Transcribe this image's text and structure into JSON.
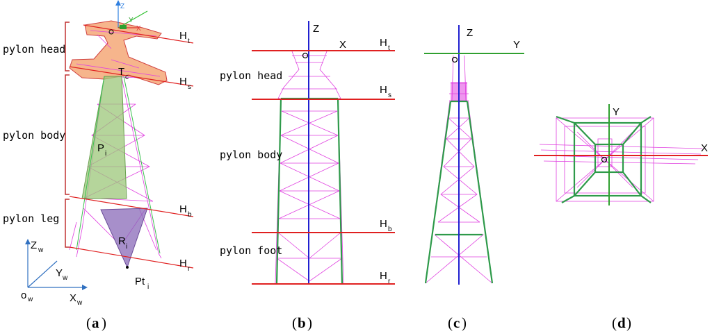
{
  "panel_a": {
    "section_labels": [
      "pylon head",
      "pylon body",
      "pylon leg"
    ],
    "plane_labels": {
      "top": "H",
      "top_sub": "t",
      "s": "H",
      "s_sub": "s",
      "b": "H",
      "b_sub": "b",
      "r": "H",
      "r_sub": "r"
    },
    "local_axes": {
      "z": "Z",
      "y": "Y",
      "x": "X",
      "origin": "O"
    },
    "points": {
      "tc": "T",
      "tc_sub": "c",
      "pi": "P",
      "pi_sub": "i",
      "ri": "R",
      "ri_sub": "i",
      "pti": "Pt",
      "pti_sub": "i"
    },
    "world_axes": {
      "z": "Z",
      "z_sub": "w",
      "y": "Y",
      "y_sub": "w",
      "x": "X",
      "x_sub": "w",
      "o": "o",
      "o_sub": "w"
    },
    "caption": "a"
  },
  "panel_b": {
    "section_labels": [
      "pylon head",
      "pylon body",
      "pylon foot"
    ],
    "axes": {
      "z": "Z",
      "x": "X",
      "origin": "O"
    },
    "plane_labels": {
      "t": "H",
      "t_sub": "t",
      "s": "H",
      "s_sub": "s",
      "b": "H",
      "b_sub": "b",
      "r": "H",
      "r_sub": "r"
    },
    "caption": "b"
  },
  "panel_c": {
    "axes": {
      "z": "Z",
      "y": "Y",
      "origin": "O"
    },
    "caption": "c"
  },
  "panel_d": {
    "axes": {
      "y": "Y",
      "x": "X",
      "origin": "O"
    },
    "caption": "d"
  },
  "colors": {
    "points": "#e040e0",
    "frame": "#2e9a4a",
    "plane": "#e02020",
    "axis": "#2020d0",
    "head_fill": "#f4a878",
    "body_fill": "#9cc77a",
    "leg_fill": "#8a6ab8"
  }
}
